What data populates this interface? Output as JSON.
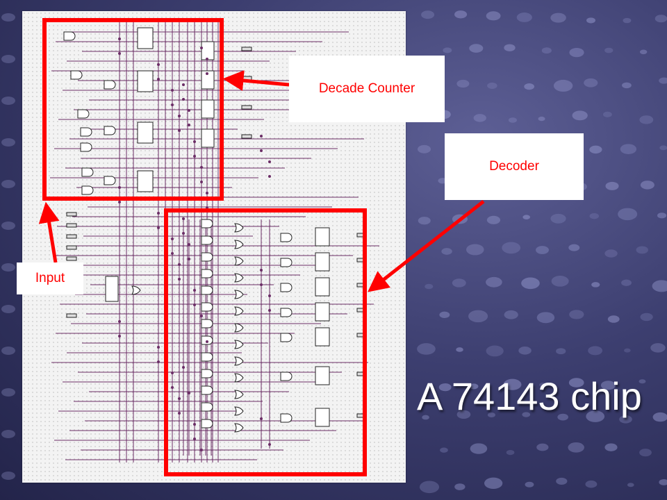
{
  "slide": {
    "title": "A 74143 chip"
  },
  "callouts": {
    "counter": "Decade Counter",
    "decoder": "Decoder",
    "input": "Input"
  },
  "colors": {
    "highlight": "#ff0000",
    "callout_bg": "#ffffff",
    "title_text": "#ffffff",
    "wire": "#6b2d66",
    "gate_stroke": "#222222",
    "grid": "#b5b5b5"
  },
  "regions": [
    {
      "id": "decade-counter",
      "label": "Decade Counter"
    },
    {
      "id": "decoder",
      "label": "Decoder"
    },
    {
      "id": "input",
      "label": "Input"
    }
  ]
}
